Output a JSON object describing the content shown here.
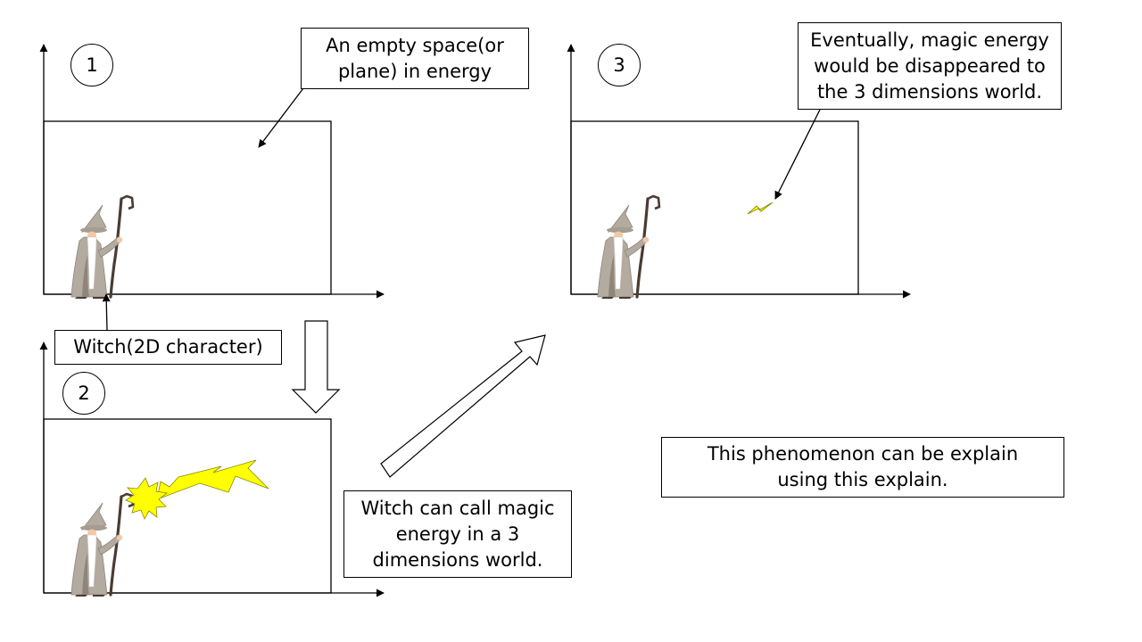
{
  "panels": [
    {
      "id": "panel-1",
      "number": "1"
    },
    {
      "id": "panel-2",
      "number": "2"
    },
    {
      "id": "panel-3",
      "number": "3"
    }
  ],
  "callouts": {
    "empty_space": [
      "An empty space(or",
      "plane) in energy"
    ],
    "witch": [
      "Witch(2D character)"
    ],
    "witch_call": [
      "Witch can call magic",
      "energy in a 3",
      "dimensions world."
    ],
    "disappear": [
      "Eventually, magic energy",
      "would be disappeared to",
      "the 3 dimensions world."
    ],
    "phenomenon": [
      "This phenomenon can be explain",
      "using this explain."
    ]
  },
  "icons": {
    "witch": "wizard-with-staff-icon",
    "lightning": "lightning-bolt-icon",
    "burst": "spark-burst-icon"
  },
  "colors": {
    "energy_fill": "#ffff00",
    "robe": "#b3aaa0",
    "robe_shadow": "#8f857b",
    "beard": "#ffffff",
    "staff": "#4a3b33",
    "skin": "#f3c9a5"
  }
}
